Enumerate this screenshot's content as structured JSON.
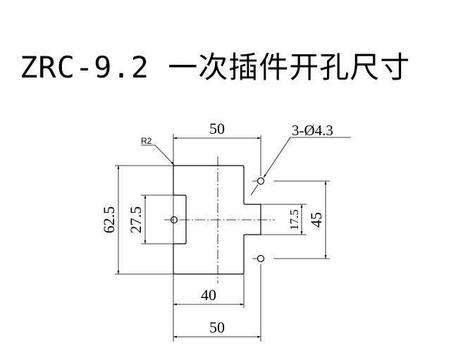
{
  "title": "ZRC-9.2 一次插件开孔尺寸",
  "dimensions": {
    "top_width": "50",
    "bottom_width_outer": "50",
    "bottom_width_inner": "40",
    "height_overall": "62.5",
    "left_notch_height": "27.5",
    "right_tab_height": "17.5",
    "hole_spacing": "45",
    "corner_radius": "R2",
    "holes": "3-Ø4.3"
  },
  "colors": {
    "line": "#000000",
    "background": "#ffffff"
  }
}
